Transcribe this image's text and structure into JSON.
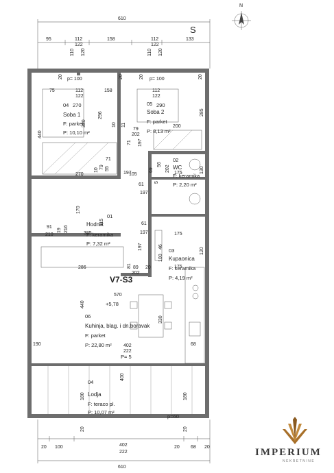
{
  "orientation": {
    "north": "N",
    "side_label": "S"
  },
  "unit_label": "V7-S3",
  "unit_level": "+5,78",
  "rooms": [
    {
      "num": "04",
      "area_code": "270",
      "name": "Soba 1",
      "floor": "F: parket",
      "area": "P: 10,10 m²"
    },
    {
      "num": "05",
      "area_code": "290",
      "name": "Soba 2",
      "floor": "F: parket",
      "area": "P: 8,13 m²"
    },
    {
      "num": "02",
      "name": "WC",
      "floor": "F: keramika",
      "area": "P: 2,20 m²"
    },
    {
      "num": "01",
      "name": "Hodnik",
      "floor": "F: keramika",
      "area": "P: 7,32 m²"
    },
    {
      "num": "03",
      "name": "Kupaonica",
      "floor": "F: keramika",
      "area": "P: 4,19 m²"
    },
    {
      "num": "06",
      "name": "Kuhinja, blag. i dn.boravak",
      "floor": "F: parket",
      "area": "P: 22,80 m²"
    },
    {
      "num": "04",
      "name": "Lodja",
      "floor": "F: teraco pl.",
      "area": "P: 10,07 m²"
    }
  ],
  "sill_labels": {
    "soba1": "p= 100",
    "soba2": "p= 100",
    "kuhinja": "P= 5",
    "lodja": "p=60"
  },
  "dims_top": {
    "total": "610",
    "d1": "95",
    "d2": "112",
    "d3": "122",
    "d4": "158",
    "d5": "112",
    "d6": "122",
    "d7": "133",
    "v1": "110",
    "v2": "120",
    "v3": "110",
    "v4": "120"
  },
  "dims_bottom": {
    "a": "20",
    "b": "100",
    "c": "402",
    "d": "222",
    "e": "20",
    "f": "68",
    "g": "20",
    "total": "610"
  },
  "dims_interior": {
    "s1_75": "75",
    "s1_112": "112",
    "s1_122": "122",
    "s1_158": "158",
    "s2_112": "112",
    "s2_122": "122",
    "v_20a": "20",
    "v_20b": "20",
    "v_20c": "20",
    "v_20d": "20",
    "s1_296": "296",
    "s1_440": "440",
    "s1_380": "380",
    "s2_285": "285",
    "s2_200": "200",
    "s2_202": "202",
    "s2_79": "79",
    "s2_10a": "10",
    "s2_11": "11",
    "s2_197": "197",
    "s2_71a": "71",
    "s2_71b": "71",
    "h_270": "270",
    "h_197a": "197",
    "h_79": "79",
    "h_10": "10",
    "h_55": "55",
    "wc_105": "105",
    "wc_56": "56",
    "wc_61": "61",
    "wc_175": "175",
    "wc_130": "130",
    "wc_197": "197",
    "wc_5": "5",
    "wc_69": "69",
    "wc_202": "202",
    "hod_91": "91",
    "hod_210": "210",
    "hod_19": "19",
    "hod_216": "216",
    "hod_170": "170",
    "hod_115": "115",
    "hod_385": "385",
    "hod_61": "61",
    "hod_197": "197",
    "kup_175a": "175",
    "kup_46": "46",
    "kup_100": "100",
    "kup_175b": "175",
    "kup_120": "120",
    "k_286": "286",
    "k_81": "81",
    "k_197": "197",
    "k_89": "89",
    "k_20": "20",
    "k_202": "202",
    "k_570": "570",
    "k_440": "440",
    "k_330": "330",
    "k_190": "190",
    "k_402": "402",
    "k_222": "222",
    "k_68": "68",
    "l_400": "400",
    "l_180a": "180",
    "l_180b": "180",
    "l_20a": "20",
    "l_20b": "20"
  },
  "logo": {
    "name": "IMPERIUM",
    "tagline": "NEKRETNINE"
  }
}
